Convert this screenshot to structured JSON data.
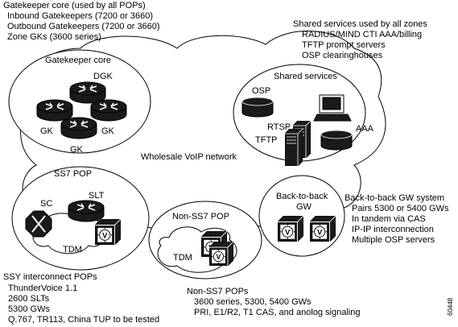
{
  "colors": {
    "stroke": "#000000",
    "background": "#ffffff",
    "device_dark": "#1a1a1a",
    "device_light": "#ffffff"
  },
  "top_left": {
    "title": "Gatekeeper core (used by all POPs)",
    "items": [
      "Inbound Gatekeepers (7200 or 3660)",
      "Outbound Gatekeepers (7200 or 3660)",
      "Zone GKs (3600 series)"
    ]
  },
  "gk_core": {
    "title": "Gatekeeper core",
    "dgk": "DGK",
    "gk_left": "GK",
    "gk_right": "GK",
    "gk_bottom": "GK"
  },
  "top_right": {
    "title": "Shared services used by all zones",
    "items": [
      "RADIUS/MIND CTI AAA/billing",
      "TFTP prompt servers",
      "OSP clearinghouses"
    ]
  },
  "shared": {
    "title": "Shared services",
    "osp": "OSP",
    "rtsp": "RTSP",
    "tftp": "TFTP",
    "aaa": "AAA"
  },
  "cloud_label": "Wholesale VoIP network",
  "ss7": {
    "title": "SS7 POP",
    "sc": "SC",
    "slt": "SLT",
    "tdm": "TDM"
  },
  "nonss7": {
    "title": "Non-SS7 POP",
    "tdm": "TDM"
  },
  "b2b": {
    "title_line1": "Back-to-back",
    "title_line2": "GW"
  },
  "right_notes": {
    "title": "Back-to-back GW system",
    "items": [
      "Pairs 5300 or 5400 GWs",
      "In tandem via CAS",
      "IP-IP interconnection",
      "Multiple OSP servers"
    ]
  },
  "bottom_left": {
    "title": "SSY interconnect POPs",
    "items": [
      "ThunderVoice 1.1",
      "2600 SLTs",
      "5300 GWs",
      "Q.767, TR113, China TUP to be tested"
    ]
  },
  "bottom_mid": {
    "title": "Non-SS7 POPs",
    "items": [
      "3600 series, 5300, 5400 GWs",
      "PRI, E1/R2, T1 CAS, and anolog signaling"
    ]
  },
  "figure_id": "60448"
}
